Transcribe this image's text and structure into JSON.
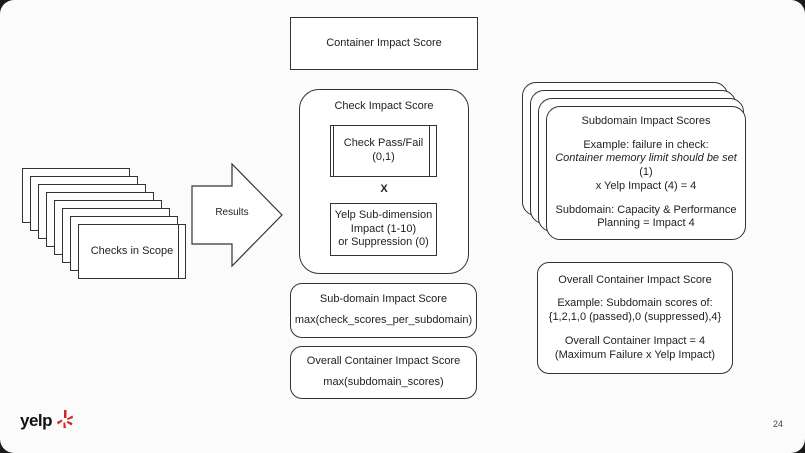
{
  "container_score": {
    "label": "Container Impact Score"
  },
  "checks": {
    "label": "Checks in Scope"
  },
  "arrow": {
    "label": "Results"
  },
  "check_impact": {
    "title": "Check Impact Score",
    "pass_fail": [
      "Check Pass/Fail",
      "(0,1)"
    ],
    "multiply": "X",
    "subdimension": [
      "Yelp Sub-dimension",
      "Impact (1-10)",
      "or Suppression (0)"
    ]
  },
  "subdomain_score": {
    "title": "Sub-domain Impact Score",
    "formula": "max(check_scores_per_subdomain)"
  },
  "overall_score": {
    "title": "Overall Container Impact Score",
    "formula": "max(subdomain_scores)"
  },
  "subdomain_scores": {
    "title": "Subdomain Impact Scores",
    "example_1": "Example: failure in check:",
    "example_2_italic": "Container memory limit should be set",
    "example_2_rest": " (1)",
    "example_3": "x Yelp Impact (4) = 4",
    "sub_1": "Subdomain: Capacity & Performance",
    "sub_2": "Planning = Impact 4"
  },
  "overall_container": {
    "title": "Overall Container Impact Score",
    "ex_1": "Example: Subdomain scores of:",
    "ex_2": "{1,2,1,0 (passed),0 (suppressed),4}",
    "res_1": "Overall Container Impact = 4",
    "res_2": "(Maximum Failure x Yelp Impact)"
  },
  "footer": {
    "brand": "yelp",
    "page": "24"
  },
  "colors": {
    "burst": "#d32323"
  }
}
